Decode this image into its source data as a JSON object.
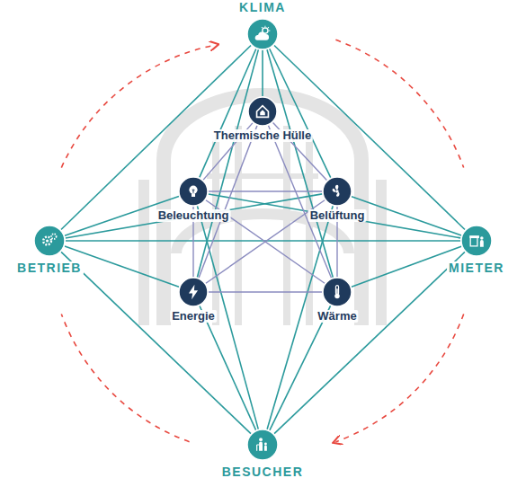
{
  "diagram": {
    "nodes": [
      {
        "text": [
          "KLIMA"
        ]
      },
      {
        "text": [
          "Thermische Hülle"
        ]
      },
      {
        "text": [
          "Beleuchtung"
        ]
      },
      {
        "text": [
          "Belüftung"
        ]
      },
      {
        "text": [
          "BETRIEB"
        ]
      },
      {
        "text": [
          "MIETER"
        ]
      },
      {
        "text": [
          "Energie"
        ]
      },
      {
        "text": [
          "Wärme"
        ]
      },
      {
        "text": [
          "BESUCHER"
        ]
      }
    ],
    "edges": [
      {
        "from": 0,
        "to": 4,
        "arrow": "none"
      },
      {
        "from": 0,
        "to": 5,
        "arrow": "none"
      },
      {
        "from": 0,
        "to": 1,
        "arrow": "none"
      },
      {
        "from": 0,
        "to": 2,
        "arrow": "none"
      },
      {
        "from": 0,
        "to": 3,
        "arrow": "none"
      },
      {
        "from": 0,
        "to": 6,
        "arrow": "none"
      },
      {
        "from": 0,
        "to": 7,
        "arrow": "none"
      },
      {
        "from": 4,
        "to": 5,
        "arrow": "none"
      },
      {
        "from": 4,
        "to": 8,
        "arrow": "none"
      },
      {
        "from": 4,
        "to": 2,
        "arrow": "none"
      },
      {
        "from": 4,
        "to": 6,
        "arrow": "none"
      },
      {
        "from": 4,
        "to": 3,
        "arrow": "none"
      },
      {
        "from": 5,
        "to": 8,
        "arrow": "none"
      },
      {
        "from": 5,
        "to": 3,
        "arrow": "none"
      },
      {
        "from": 5,
        "to": 7,
        "arrow": "none"
      },
      {
        "from": 5,
        "to": 2,
        "arrow": "none"
      },
      {
        "from": 8,
        "to": 2,
        "arrow": "none"
      },
      {
        "from": 8,
        "to": 3,
        "arrow": "none"
      },
      {
        "from": 8,
        "to": 6,
        "arrow": "none"
      },
      {
        "from": 8,
        "to": 7,
        "arrow": "none"
      },
      {
        "from": 1,
        "to": 2,
        "arrow": "none"
      },
      {
        "from": 1,
        "to": 3,
        "arrow": "none"
      },
      {
        "from": 1,
        "to": 6,
        "arrow": "none"
      },
      {
        "from": 1,
        "to": 7,
        "arrow": "none"
      },
      {
        "from": 2,
        "to": 3,
        "arrow": "none"
      },
      {
        "from": 2,
        "to": 6,
        "arrow": "none"
      },
      {
        "from": 2,
        "to": 7,
        "arrow": "none"
      },
      {
        "from": 3,
        "to": 6,
        "arrow": "none"
      },
      {
        "from": 3,
        "to": 7,
        "arrow": "none"
      },
      {
        "from": 6,
        "to": 7,
        "arrow": "none"
      }
    ]
  }
}
